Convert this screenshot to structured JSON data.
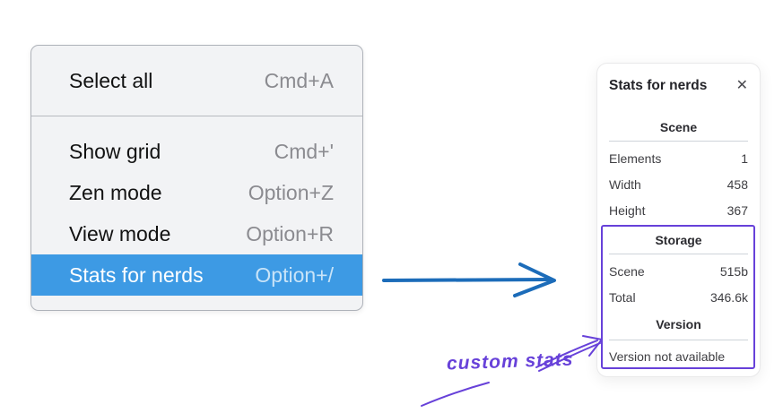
{
  "menu": {
    "groups": [
      {
        "items": [
          {
            "label": "Select all",
            "shortcut": "Cmd+A"
          }
        ]
      },
      {
        "items": [
          {
            "label": "Show grid",
            "shortcut": "Cmd+'"
          },
          {
            "label": "Zen mode",
            "shortcut": "Option+Z"
          },
          {
            "label": "View mode",
            "shortcut": "Option+R"
          },
          {
            "label": "Stats for nerds",
            "shortcut": "Option+/",
            "active": true
          }
        ]
      }
    ]
  },
  "stats_panel": {
    "title": "Stats for nerds",
    "close_glyph": "✕",
    "sections": [
      {
        "heading": "Scene",
        "rows": [
          [
            "Elements",
            "1"
          ],
          [
            "Width",
            "458"
          ],
          [
            "Height",
            "367"
          ]
        ]
      },
      {
        "heading": "Storage",
        "rows": [
          [
            "Scene",
            "515b"
          ],
          [
            "Total",
            "346.6k"
          ]
        ]
      },
      {
        "heading": "Version",
        "note": "Version not available"
      }
    ]
  },
  "annotation": {
    "label": "custom stats"
  },
  "colors": {
    "menu_highlight": "#3d9ae4",
    "menu_background": "#f2f3f5",
    "arrow_blue": "#1c6cb9",
    "annotation_purple": "#6741d9"
  }
}
